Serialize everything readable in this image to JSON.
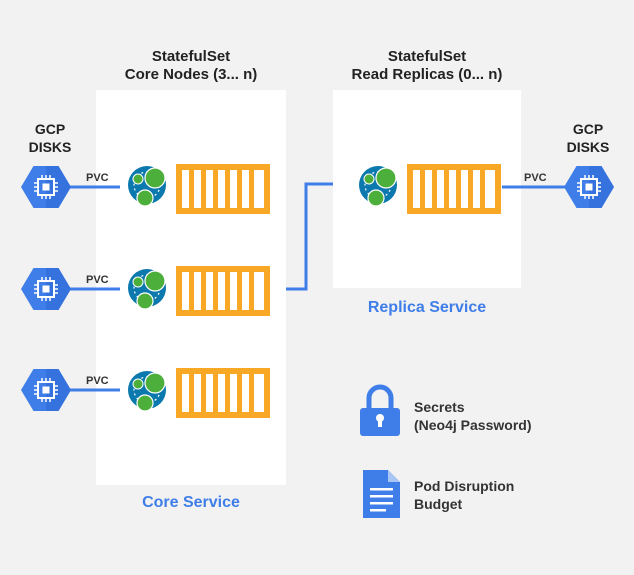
{
  "core": {
    "title_line1": "StatefulSet",
    "title_line2": "Core Nodes (3... n)",
    "service": "Core Service"
  },
  "replica": {
    "title_line1": "StatefulSet",
    "title_line2": "Read Replicas (0... n)",
    "service": "Replica Service"
  },
  "gcp": {
    "line1": "GCP",
    "line2": "DISKS"
  },
  "pvc_label": "PVC",
  "legend": {
    "secrets_line1": "Secrets",
    "secrets_line2": "(Neo4j Password)",
    "pdb_line1": "Pod Disruption",
    "pdb_line2": "Budget"
  },
  "colors": {
    "background": "#f2f2f2",
    "panel": "#ffffff",
    "connector_blue": "#3f7ee8",
    "container_orange": "#f9a825",
    "neo4j_teal": "#0b78ae",
    "neo4j_green": "#4caf3c",
    "gcp_hex_blue": "#3f7ee8"
  },
  "icons": [
    "gcp-disk-icon",
    "neo4j-icon",
    "container-icon",
    "lock-icon",
    "document-icon"
  ]
}
